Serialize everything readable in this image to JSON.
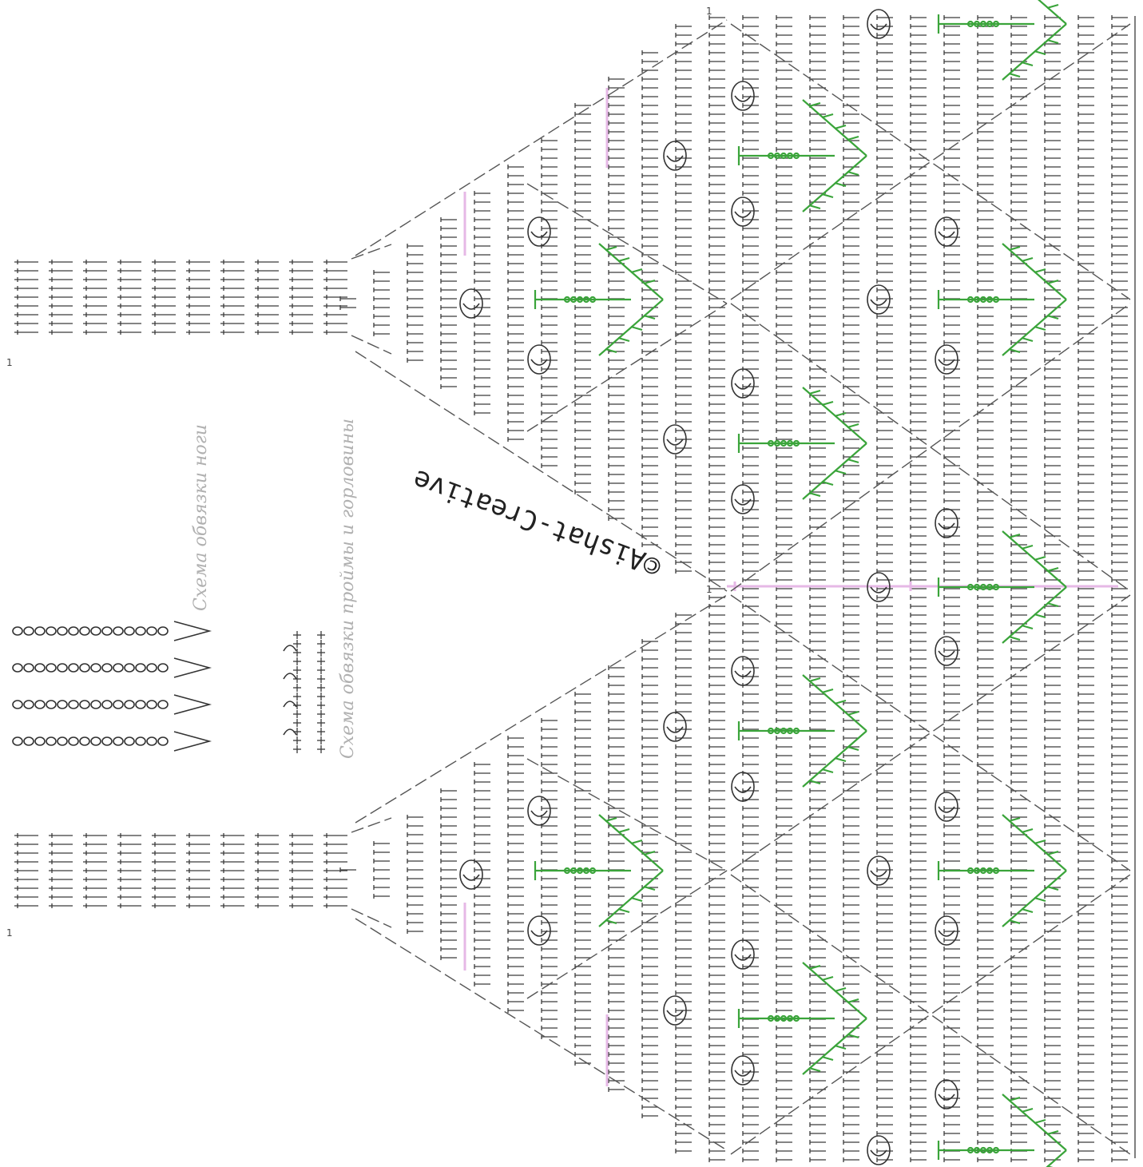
{
  "watermark": "©Aishat-Creative",
  "captions": {
    "strap": "Схема обвязки ноги",
    "edge": "Схема обвязки проймы и горловины"
  },
  "row_markers": [
    "1",
    "1",
    "1",
    "1"
  ],
  "colors": {
    "stitch": "#3a3a3a",
    "accent_motif": "#3aa43a",
    "highlight_row": "#e6b8e6",
    "caption": "#b0b0b0"
  },
  "legend_symbols": [
    "chain-loop-row",
    "slip-stitch-arrow",
    "single-crochet-cross"
  ]
}
